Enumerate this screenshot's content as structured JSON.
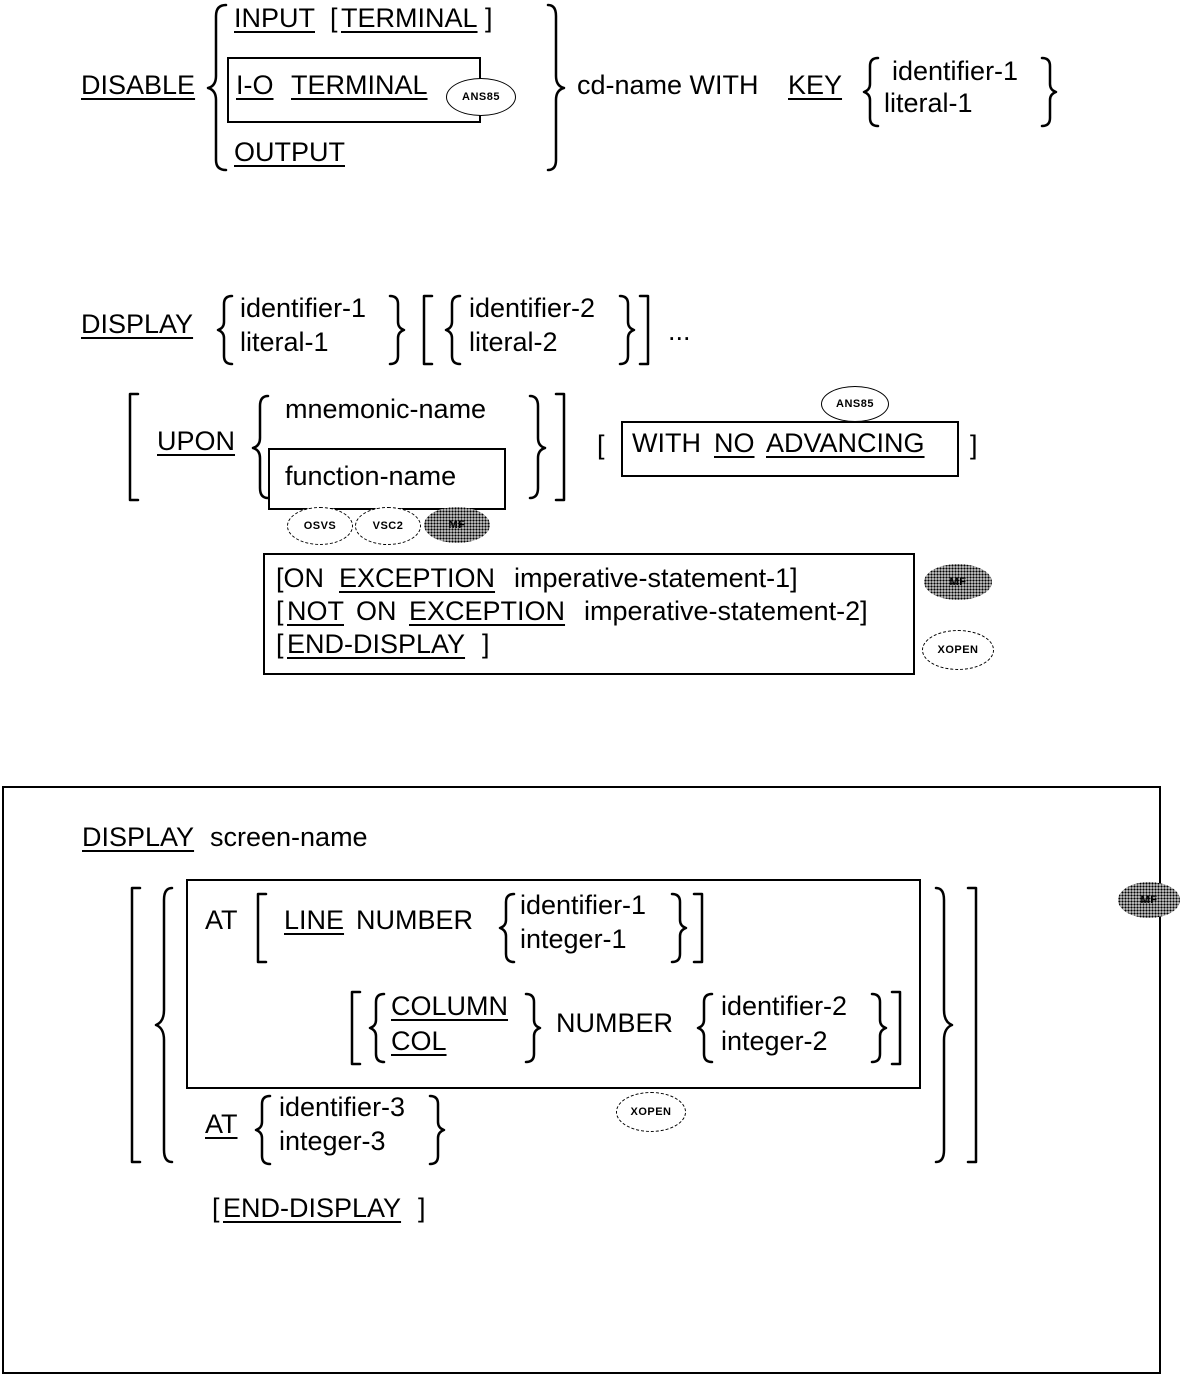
{
  "disable": {
    "keyword": "DISABLE",
    "input": "INPUT",
    "input_lbracket": "[",
    "terminal": "TERMINAL",
    "input_rbracket": "]",
    "io": "I-O",
    "io_terminal": "TERMINAL",
    "output": "OUTPUT",
    "cd_name": "cd-name WITH",
    "key": "KEY",
    "identifier_1": "identifier-1",
    "literal_1": "literal-1",
    "badge": "ANS85"
  },
  "display_1": {
    "keyword": "DISPLAY",
    "identifier_1": "identifier-1",
    "literal_1": "literal-1",
    "identifier_2": "identifier-2",
    "literal_2": "literal-2",
    "ellipsis": "...",
    "upon": "UPON",
    "mnemonic_name": "mnemonic-name",
    "function_name": "function-name",
    "with_lbracket": "[",
    "with": "WITH",
    "no": "NO",
    "advancing": "ADVANCING",
    "with_rbracket": "]",
    "badge_ans85": "ANS85",
    "badge_osvs": "OSVS",
    "badge_vsc2": "VSC2",
    "badge_mf": "MF",
    "exc_open1": "[ON",
    "exception": "EXCEPTION",
    "imp_1": "imperative-statement-1]",
    "exc_open2": "[",
    "not": "NOT",
    "on": "ON",
    "exception_2": "EXCEPTION",
    "imp_2": "imperative-statement-2]",
    "end_open": "[",
    "end_display": "END-DISPLAY",
    "end_close": "]",
    "badge_mf_2": "MF",
    "badge_xopen": "XOPEN"
  },
  "display_2": {
    "keyword": "DISPLAY",
    "screen_name": "screen-name",
    "at": "AT",
    "line": "LINE",
    "number": "NUMBER",
    "identifier_1": "identifier-1",
    "integer_1": "integer-1",
    "column": "COLUMN",
    "col": "COL",
    "number_2": "NUMBER",
    "identifier_2": "identifier-2",
    "integer_2": "integer-2",
    "at_2": "AT",
    "identifier_3": "identifier-3",
    "integer_3": "integer-3",
    "badge_xopen": "XOPEN",
    "end_open": "[",
    "end_display": "END-DISPLAY",
    "end_close": "]",
    "badge_mf": "MF"
  }
}
